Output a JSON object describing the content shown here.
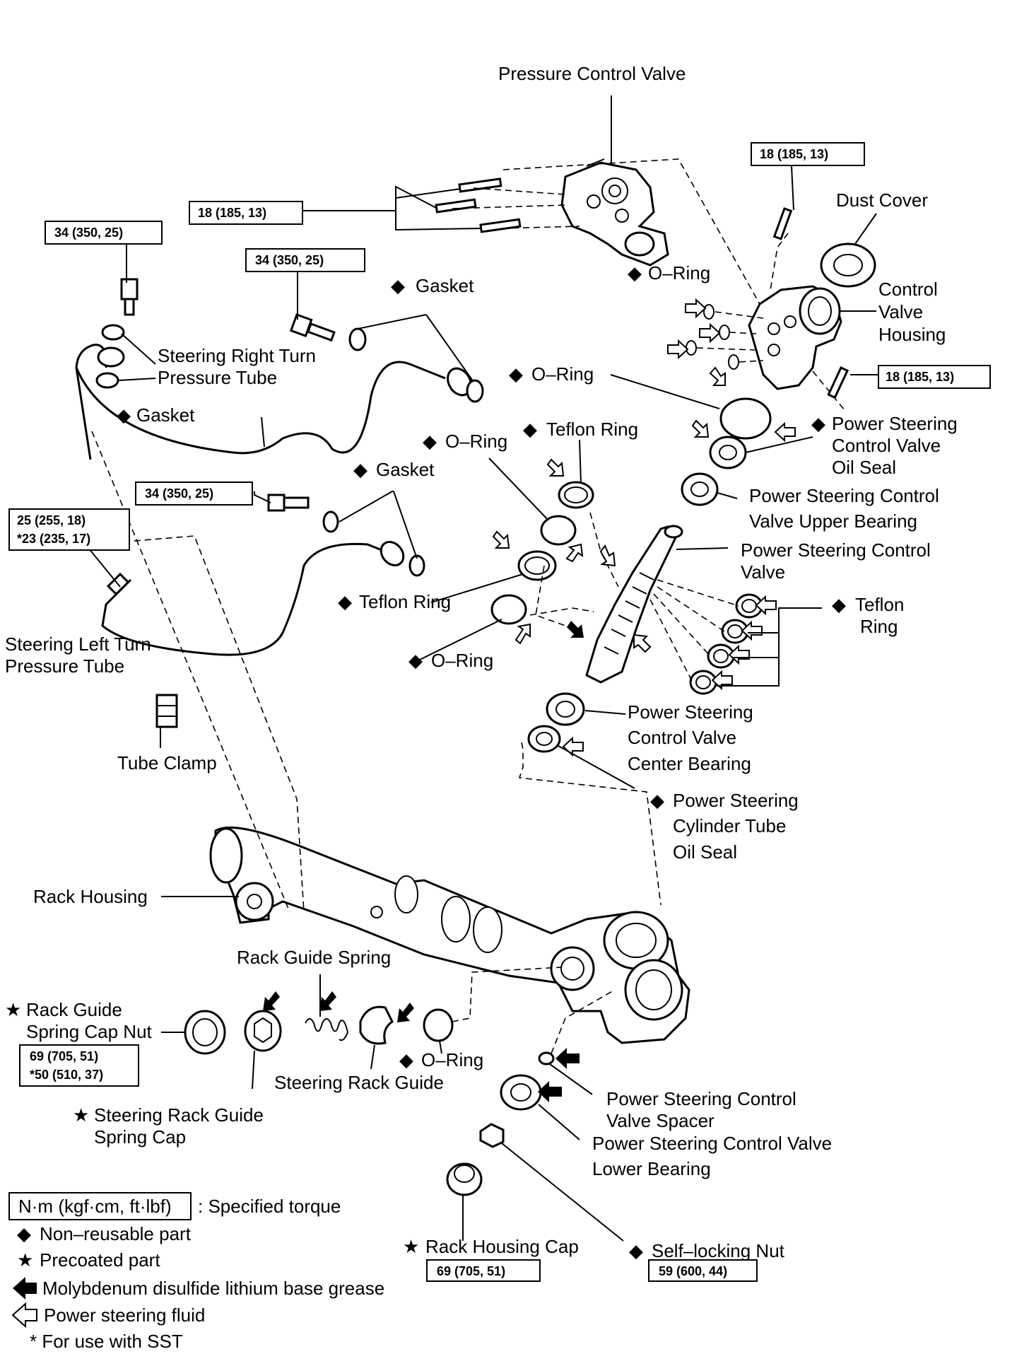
{
  "labels": {
    "pressure_control_valve": "Pressure Control Valve",
    "dust_cover": "Dust Cover",
    "control_valve_housing": [
      "Control",
      "Valve",
      "Housing"
    ],
    "o_ring_top": "O–Ring",
    "gasket_1": "Gasket",
    "steering_right_turn": [
      "Steering Right Turn",
      "Pressure Tube"
    ],
    "gasket_2": "Gasket",
    "o_ring_mid": "O–Ring",
    "ps_control_valve_oil_seal": [
      "Power Steering",
      "Control Valve",
      "Oil Seal"
    ],
    "teflon_ring_top": "Teflon Ring",
    "o_ring_left": "O–Ring",
    "gasket_3": "Gasket",
    "ps_control_valve_upper_bearing": [
      "Power Steering Control",
      "Valve Upper Bearing"
    ],
    "ps_control_valve": [
      "Power Steering Control",
      "Valve"
    ],
    "teflon_ring_right": [
      "Teflon",
      "Ring"
    ],
    "teflon_ring_left": "Teflon Ring",
    "o_ring_low": "O–Ring",
    "steering_left_turn": [
      "Steering Left Turn",
      "Pressure Tube"
    ],
    "tube_clamp": "Tube Clamp",
    "ps_control_valve_center_bearing": [
      "Power Steering",
      "Control Valve",
      "Center Bearing"
    ],
    "ps_cylinder_tube_oil_seal": [
      "Power Steering",
      "Cylinder Tube",
      "Oil Seal"
    ],
    "rack_housing": "Rack Housing",
    "rack_guide_spring": "Rack Guide Spring",
    "rack_guide_spring_cap_nut": [
      "Rack Guide",
      "Spring Cap Nut"
    ],
    "o_ring_bottom": "O–Ring",
    "steering_rack_guide": "Steering Rack Guide",
    "steering_rack_guide_spring_cap": [
      "Steering Rack Guide",
      "Spring Cap"
    ],
    "ps_control_valve_spacer": [
      "Power Steering Control",
      "Valve Spacer"
    ],
    "ps_control_valve_lower_bearing": [
      "Power Steering Control Valve",
      "Lower Bearing"
    ],
    "rack_housing_cap": "Rack Housing Cap",
    "self_locking_nut": "Self–locking Nut"
  },
  "torques": {
    "t_top_right": "18 (185, 13)",
    "t_top_left": "18 (185, 13)",
    "t_housing_right": "18 (185, 13)",
    "t_left_union": "34 (350, 25)",
    "t_union_2": "34 (350, 25)",
    "t_union_3": "34 (350, 25)",
    "t_left_turn": [
      "25 (255, 18)",
      "*23 (235, 17)"
    ],
    "t_cap_nut": [
      "69 (705, 51)",
      "*50 (510, 37)"
    ],
    "t_housing_cap": "69 (705, 51)",
    "t_self_locking": "59 (600, 44)"
  },
  "symbols": {
    "non_reusable": "◆",
    "precoated": "★"
  },
  "legend": {
    "torque_box": "N·m (kgf·cm, ft·lbf)",
    "torque_desc": ": Specified torque",
    "non_reusable": "Non–reusable part",
    "precoated": "Precoated part",
    "moly_grease": "Molybdenum disulfide lithium base grease",
    "ps_fluid": "Power steering fluid",
    "sst": "* For use with SST"
  }
}
